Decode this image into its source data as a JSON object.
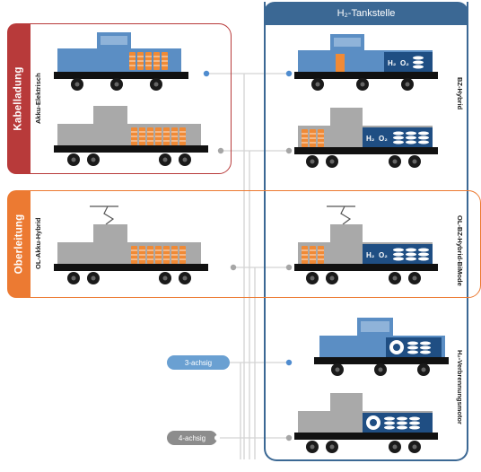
{
  "h2_station": {
    "title": "H₂-Tankstelle",
    "color": "#3b6894"
  },
  "groups": {
    "kabelladung": {
      "label": "Kabelladung",
      "color": "#b83a3a"
    },
    "oberleitung": {
      "label": "Oberleitung",
      "color": "#ec7a32"
    }
  },
  "vehicles": {
    "akku_elektrisch": "Akku-Elektrisch",
    "bz_hybrid": "BZ-Hybrid",
    "ol_akku_hybrid": "OL-Akku-Hybrid",
    "ol_bz_hybrid_bimode": "OL-BZ-Hybrid-BiMode",
    "h2_verbrennungsmotor": "H₂-Verbrennungsmotor"
  },
  "axle_pills": {
    "three_axle": {
      "label": "3-achsig",
      "color": "#6aa0d2"
    },
    "four_axle": {
      "label": "4-achsig",
      "color": "#8c8c8c"
    }
  },
  "tank_labels": {
    "h2": "H₂",
    "o2": "O₂"
  },
  "colors": {
    "loco_blue": "#5b8ec4",
    "loco_grey": "#a9a9a9",
    "battery": "#f08a36",
    "connector": "#cfcfcf",
    "dot_blue": "#4f8ccf",
    "dot_grey": "#a6a6a6"
  },
  "icons": {
    "pantograph": "pantograph-icon",
    "battery": "battery-pack-icon",
    "fuel_cell_tank": "h2-tank-icon",
    "engine": "combustion-engine-icon"
  }
}
